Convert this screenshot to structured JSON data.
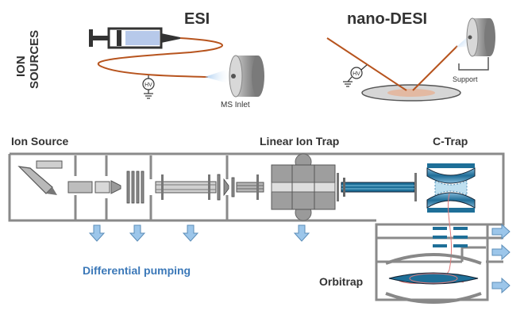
{
  "side_title": [
    "ION",
    "SOURCES"
  ],
  "sources": {
    "esi": {
      "title": "ESI",
      "hv": "HV",
      "inlet": "MS Inlet"
    },
    "nanodesi": {
      "title": "nano-DESI",
      "hv": "HV",
      "support": "Support"
    }
  },
  "instrument": {
    "labels": {
      "ion_source": "Ion Source",
      "linear_ion_trap": "Linear Ion Trap",
      "c_trap": "C-Trap",
      "differential_pumping": "Differential pumping",
      "orbitrap": "Orbitrap"
    }
  },
  "colors": {
    "accent_blue": "#3b78b8",
    "trap_blue": "#2a7fa7",
    "capillary": "#b7541e",
    "chamber_wall": "#8a8a8a",
    "arrow_fill": "#9cc6ea"
  }
}
